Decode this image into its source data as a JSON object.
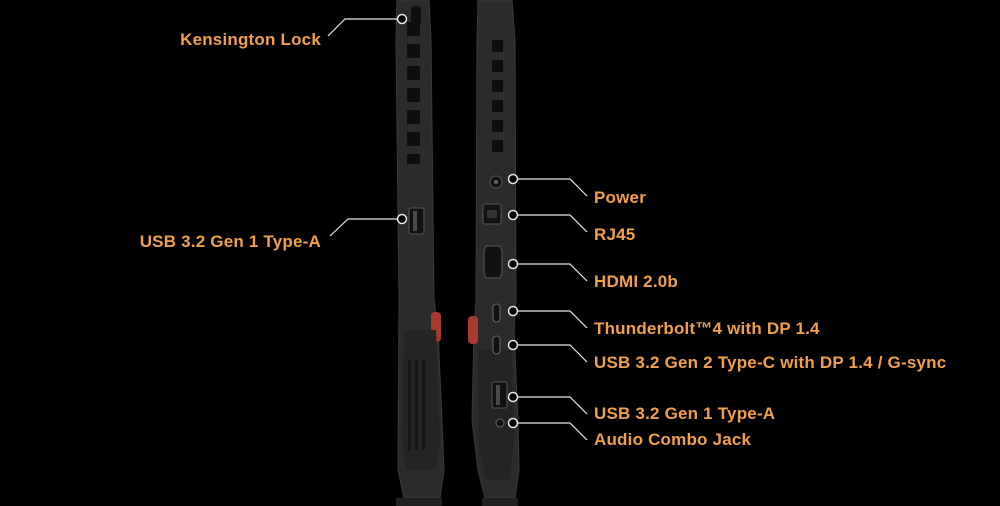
{
  "colors": {
    "background": "#000000",
    "label": "#F0A04B",
    "leader_line": "#E8E8E8",
    "chassis": "#2B2B2B",
    "chassis_edge": "#3A3A3A",
    "vent": "#0E0E0E",
    "accent_red": "#A63A2E"
  },
  "left_side": {
    "ports": [
      {
        "id": "kensington",
        "label": "Kensington Lock"
      },
      {
        "id": "usb-a-left",
        "label": "USB 3.2 Gen 1 Type-A"
      }
    ]
  },
  "right_side": {
    "ports": [
      {
        "id": "power",
        "label": "Power"
      },
      {
        "id": "rj45",
        "label": "RJ45"
      },
      {
        "id": "hdmi",
        "label": "HDMI 2.0b"
      },
      {
        "id": "thunderbolt",
        "label": "Thunderbolt™4 with DP 1.4"
      },
      {
        "id": "usb-c",
        "label": "USB 3.2 Gen 2 Type-C with DP 1.4 / G-sync"
      },
      {
        "id": "usb-a-right",
        "label": "USB 3.2 Gen 1 Type-A"
      },
      {
        "id": "audio",
        "label": "Audio Combo Jack"
      }
    ]
  }
}
